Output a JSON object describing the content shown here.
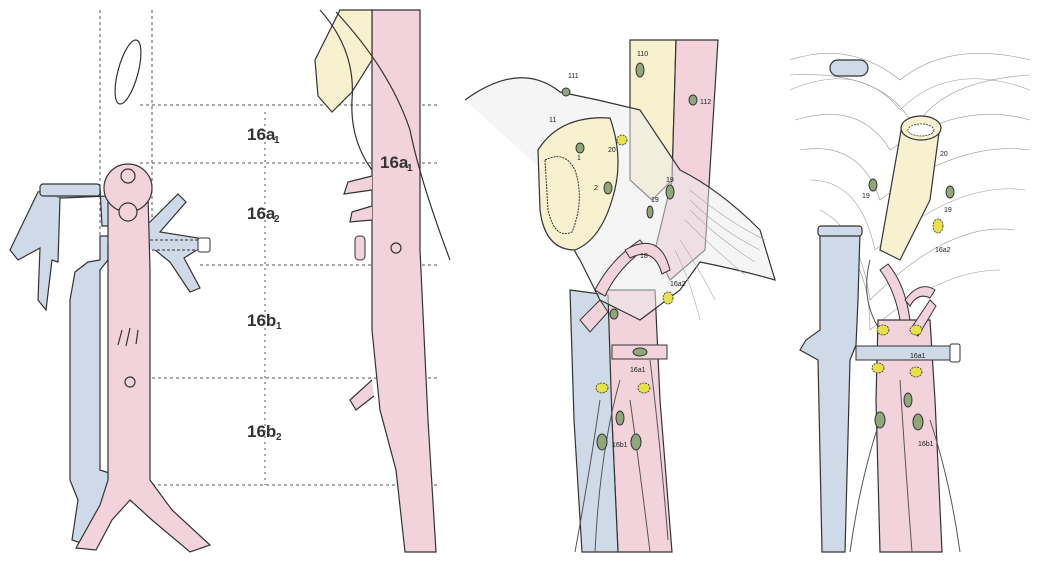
{
  "colors": {
    "aorta": "#f2d3dc",
    "vein": "#cfdae8",
    "esophagus": "#f7f1cf",
    "node": "#8fa77b",
    "node_highlight": "#e6e04a",
    "outline": "#333333"
  },
  "panel_a": {
    "labels": [
      {
        "main": "16a",
        "sub": "1"
      },
      {
        "main": "16a",
        "sub": "2"
      },
      {
        "main": "16b",
        "sub": "1"
      },
      {
        "main": "16b",
        "sub": "2"
      }
    ]
  },
  "panel_b": {
    "label": {
      "main": "16a",
      "sub": "1"
    }
  },
  "panel_c": {
    "node_labels": [
      "111",
      "110",
      "112",
      "11",
      "1",
      "20",
      "2",
      "19",
      "19",
      "18",
      "16a2",
      "16a1",
      "16b1"
    ]
  },
  "panel_d": {
    "node_labels": [
      "20",
      "19",
      "19",
      "16a1",
      "16a2",
      "16b1"
    ]
  }
}
